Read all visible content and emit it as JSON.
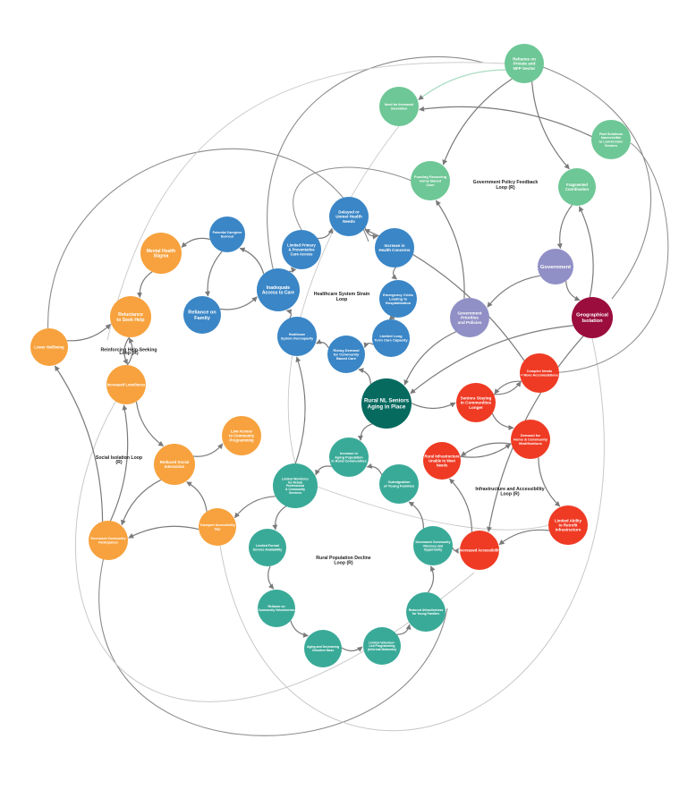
{
  "colors": {
    "blue": "#3a86c6",
    "green": "#6ec796",
    "teal": "#3aaa98",
    "orange": "#f7a23e",
    "red": "#ef3b24",
    "purple": "#9090c6",
    "maroon": "#9a0d3c",
    "central": "#066a5f",
    "link": "#8c8c8c",
    "link_light": "#c8c8c8",
    "link_green": "#a8dcc2"
  },
  "central_node": {
    "label": [
      "Rural NL Seniors",
      "Aging in Place"
    ]
  },
  "loops": [
    {
      "label": [
        "Government Policy Feedback",
        "Loop (R)"
      ]
    },
    {
      "label": [
        "Healthcare System Strain",
        "Loop"
      ]
    },
    {
      "label": [
        "Social Isolation Loop",
        "(R)"
      ]
    },
    {
      "label": [
        "Infrastructure and Accessibility",
        "Loop (R)"
      ]
    },
    {
      "label": [
        "Rural Population Decline",
        "Loop (R)"
      ]
    },
    {
      "label": [
        "Reinforcing Help-Seeking",
        "Loop (R)"
      ]
    }
  ],
  "nodes": [
    {
      "label": [
        "Reliance on",
        "Private and",
        "NFP Sector"
      ]
    },
    {
      "label": [
        "Need for Increased",
        "Innovation"
      ]
    },
    {
      "label": [
        "Past Solutions",
        "Inaccessible",
        "to Low-Income",
        "Seniors"
      ]
    },
    {
      "label": [
        "Funding Favouring",
        "Home Based",
        "Care"
      ]
    },
    {
      "label": [
        "Fragmented",
        "Coordination"
      ]
    },
    {
      "label": [
        "Government"
      ]
    },
    {
      "label": [
        "Government",
        "Priorities",
        "and Policies"
      ]
    },
    {
      "label": [
        "Geographical",
        "Isolation"
      ]
    },
    {
      "label": [
        "Delayed or",
        "Unmet Health",
        "Needs"
      ]
    },
    {
      "label": [
        "Limited Primary",
        "& Preventative",
        "Care Access"
      ]
    },
    {
      "label": [
        "Increase in",
        "Health Concerns"
      ]
    },
    {
      "label": [
        "Potential Caregiver",
        "Burnout"
      ]
    },
    {
      "label": [
        "Inadequate",
        "Access to Care"
      ]
    },
    {
      "label": [
        "Emergency Crisis",
        "Leading to",
        "Hospitalization"
      ]
    },
    {
      "label": [
        "Reliance on",
        "Family"
      ]
    },
    {
      "label": [
        "Healthcare",
        "System Overcapacity"
      ]
    },
    {
      "label": [
        "Limited Long",
        "Term Care Capacity"
      ]
    },
    {
      "label": [
        "Rising Demand",
        "for Community",
        "Based Care"
      ]
    },
    {
      "label": [
        "Mental Health",
        "Stigma"
      ]
    },
    {
      "label": [
        "Reluctance",
        "to Seek Help"
      ]
    },
    {
      "label": [
        "Lower Wellbeing"
      ]
    },
    {
      "label": [
        "Increased Loneliness"
      ]
    },
    {
      "label": [
        "Low Access",
        "to Community",
        "Programming"
      ]
    },
    {
      "label": [
        "Reduced Social",
        "Interaction"
      ]
    },
    {
      "label": [
        "Transport Accessibility",
        "Gap"
      ]
    },
    {
      "label": [
        "Decreased Community",
        "Participation"
      ]
    },
    {
      "label": [
        "Complex Needs",
        "= More Accomodations"
      ]
    },
    {
      "label": [
        "Seniors Staying",
        "in Communities",
        "Longer"
      ]
    },
    {
      "label": [
        "Demand for",
        "Home & Community",
        "Modifications"
      ]
    },
    {
      "label": [
        "Rural Infrastructure",
        "Unable to Meet",
        "Needs"
      ]
    },
    {
      "label": [
        "Limited Ability",
        "to Retrofit",
        "Infrastructure"
      ]
    },
    {
      "label": [
        "Decreased Accessibility"
      ]
    },
    {
      "label": [
        "Increase in",
        "Aging Population",
        "in Rural Communities"
      ]
    },
    {
      "label": [
        "Outmigration",
        "of Young Families"
      ]
    },
    {
      "label": [
        "Limited Workforce",
        "for Rehab",
        "Professional",
        "& Community",
        "Services"
      ]
    },
    {
      "label": [
        "Decreased Community",
        "Vibrancy and",
        "Opportunity"
      ]
    },
    {
      "label": [
        "Limited Formal",
        "Service Availability"
      ]
    },
    {
      "label": [
        "Reliance on",
        "Community Volunteerism"
      ]
    },
    {
      "label": [
        "Reduced Attractiveness",
        "for Young Families"
      ]
    },
    {
      "label": [
        "Aging and Decreasing",
        "Volunteer Base"
      ]
    },
    {
      "label": [
        "Limited Volunteer-",
        "Led Programming",
        "(Informal Networks)"
      ]
    }
  ]
}
